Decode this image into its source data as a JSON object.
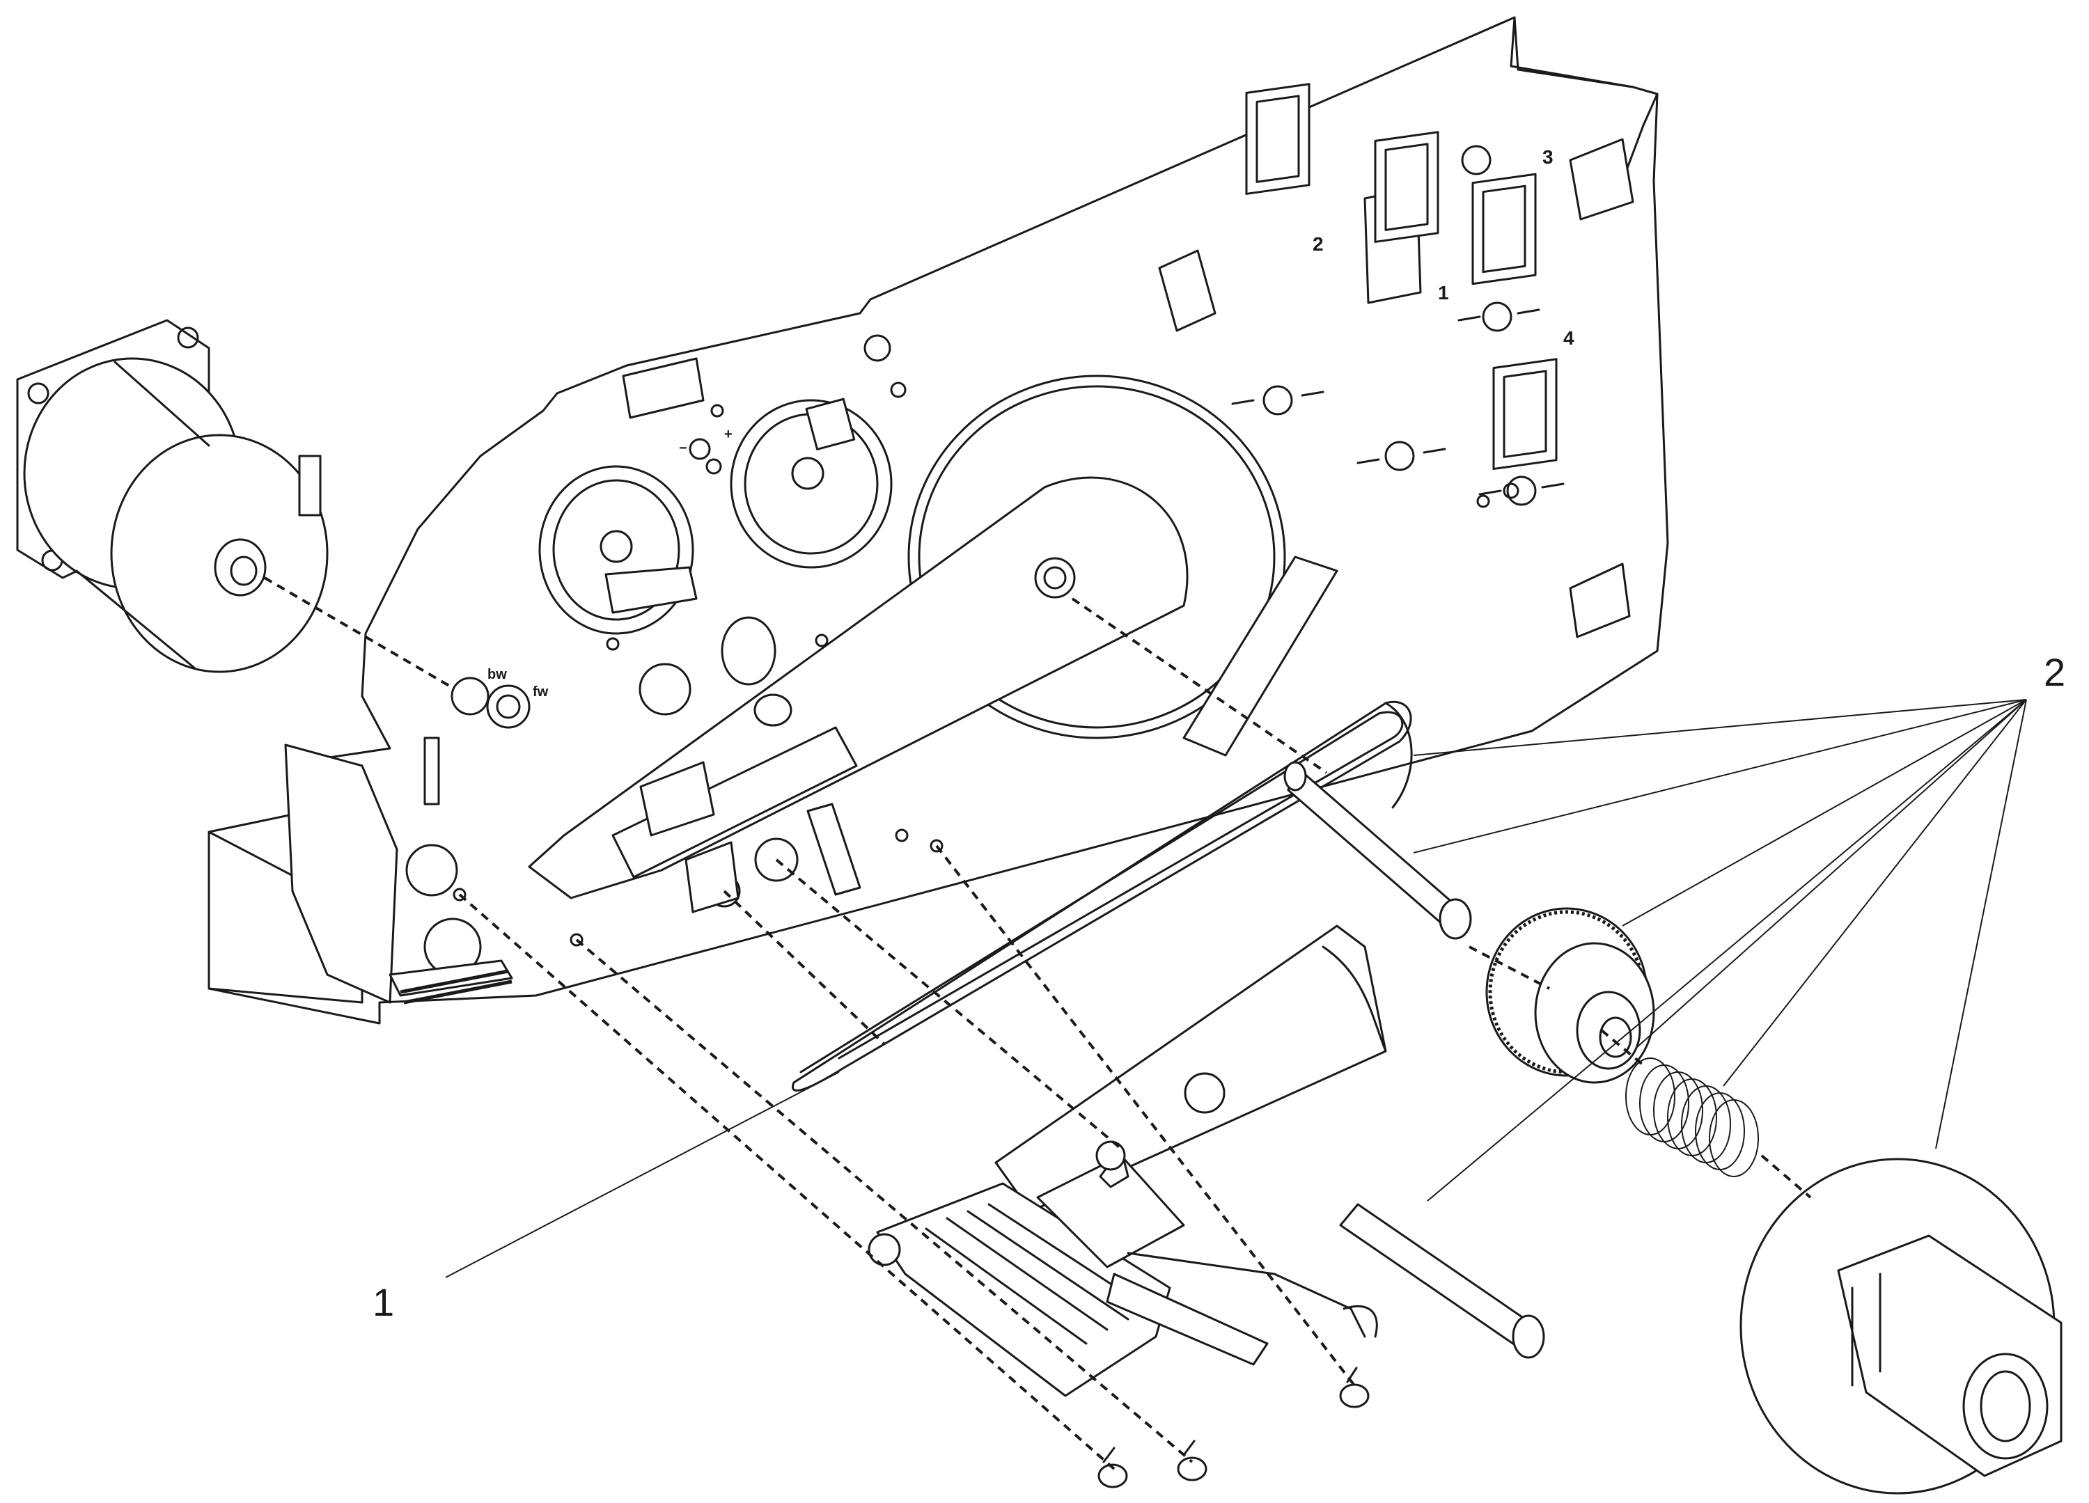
{
  "callouts": [
    {
      "id": "1",
      "label": "1"
    },
    {
      "id": "2",
      "label": "2"
    }
  ],
  "slot_labels": [
    "1",
    "2",
    "3",
    "4"
  ],
  "dial_labels": {
    "bw": "bw",
    "fw": "fw"
  },
  "tension_labels": {
    "minus": "−",
    "plus": "+"
  },
  "icons": [
    "stepper-motor",
    "side-frame-plate",
    "drive-belt",
    "print-head-assembly",
    "platen-roller",
    "drive-pulley",
    "spring",
    "spool-adapter",
    "mounting-screw"
  ]
}
